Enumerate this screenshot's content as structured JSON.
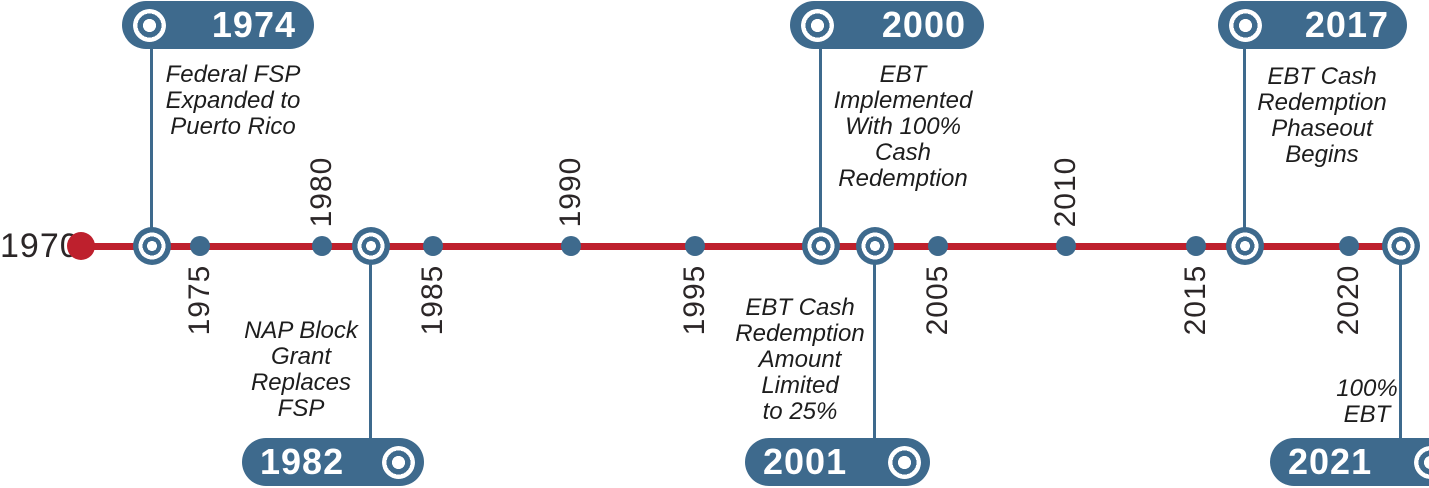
{
  "timeline": {
    "start_label": "1970",
    "ticks": [
      {
        "year": "1975"
      },
      {
        "year": "1980"
      },
      {
        "year": "1985"
      },
      {
        "year": "1990"
      },
      {
        "year": "1995"
      },
      {
        "year": "2005"
      },
      {
        "year": "2010"
      },
      {
        "year": "2015"
      },
      {
        "year": "2020"
      }
    ],
    "events": [
      {
        "year": "1974",
        "description": "Federal FSP\nExpanded to\nPuerto Rico"
      },
      {
        "year": "1982",
        "description": "NAP Block\nGrant\nReplaces\nFSP"
      },
      {
        "year": "2000",
        "description": "EBT\nImplemented\nWith 100%\nCash\nRedemption"
      },
      {
        "year": "2001",
        "description": "EBT Cash\nRedemption\nAmount\nLimited\nto 25%"
      },
      {
        "year": "2017",
        "description": "EBT Cash\nRedemption\nPhaseout\nBegins"
      },
      {
        "year": "2021",
        "description": "100%\nEBT"
      }
    ],
    "colors": {
      "axis_red": "#be202d",
      "marker_blue": "#3e6a8d",
      "tick_text": "#2b2627",
      "description_text": "#1d1d1d",
      "badge_text": "#ffffff"
    }
  }
}
